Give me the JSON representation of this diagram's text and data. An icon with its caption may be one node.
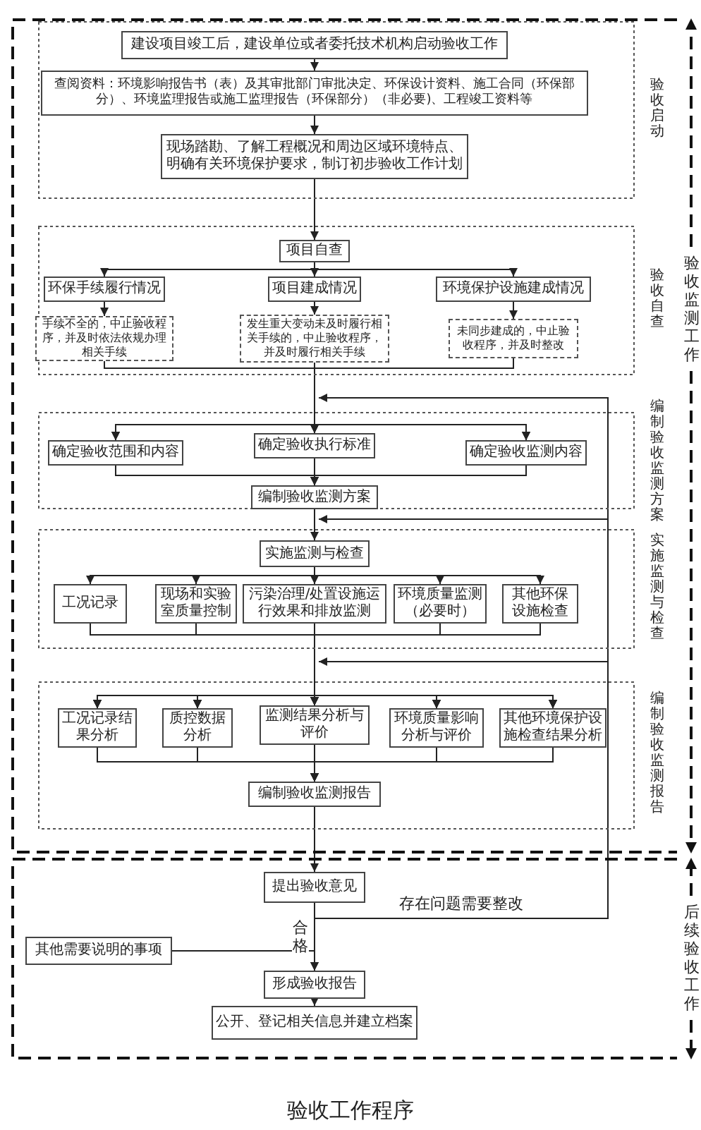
{
  "diagram": {
    "title": "验收工作程序",
    "nodes": [
      {
        "text": [
          "验收监测工作"
        ]
      },
      {
        "text": [
          "验收启动"
        ],
        "in": 0
      },
      {
        "text": [
          "建设项目竣工后，建设单位或者委托技术机构启动验收工作"
        ],
        "in": 1
      },
      {
        "text": [
          "查阅资料：环境影响报告书（表）及其审批部门审批决定、环保设计资料、施工合同（环保部分）、环境监理报告或施工监理报告（环保部分）（非必要)、工程竣工资料等"
        ],
        "in": 1
      },
      {
        "text": [
          "现场踏勘、了解工程概况和周边区域环境特点、明确有关环境保护要求，制订初步验收工作计划"
        ],
        "in": 1
      },
      {
        "text": [
          "验收自查"
        ],
        "in": 0
      },
      {
        "text": [
          "项目自查"
        ],
        "in": 5
      },
      {
        "text": [
          "环保手续履行情况"
        ],
        "in": 5
      },
      {
        "text": [
          "项目建成情况"
        ],
        "in": 5
      },
      {
        "text": [
          "环境保护设施建成情况"
        ],
        "in": 5
      },
      {
        "text": [
          "手续不全的，中止验收程序，并及时依法依规办理相关手续"
        ],
        "in": 5
      },
      {
        "text": [
          "发生重大变动未及时履行相关手续的，中止验收程序，并及时履行相关手续"
        ],
        "in": 5
      },
      {
        "text": [
          "未同步建成的，中止验收程序，并及时整改"
        ],
        "in": 5
      },
      {
        "text": [
          "编制验收监测方案"
        ],
        "in": 0
      },
      {
        "text": [
          "确定验收范围和内容"
        ],
        "in": 13
      },
      {
        "text": [
          "确定验收执行标准"
        ],
        "in": 13
      },
      {
        "text": [
          "确定验收监测内容"
        ],
        "in": 13
      },
      {
        "text": [
          "编制验收监测方案"
        ],
        "in": 13
      },
      {
        "text": [
          "实施监测与检查"
        ],
        "in": 0
      },
      {
        "text": [
          "实施监测与检查"
        ],
        "in": 18
      },
      {
        "text": [
          "工况记录"
        ],
        "in": 18
      },
      {
        "text": [
          "现场和实验室质量控制"
        ],
        "in": 18
      },
      {
        "text": [
          "污染治理/处置设施运行效果和排放监测"
        ],
        "in": 18
      },
      {
        "text": [
          "环境质量监测（必要时）"
        ],
        "in": 18
      },
      {
        "text": [
          "其他环保设施检查"
        ],
        "in": 18
      },
      {
        "text": [
          "编制验收监测报告"
        ],
        "in": 0
      },
      {
        "text": [
          "工况记录结果分析"
        ],
        "in": 25
      },
      {
        "text": [
          "质控数据分析"
        ],
        "in": 25
      },
      {
        "text": [
          "监测结果分析与评价"
        ],
        "in": 25
      },
      {
        "text": [
          "环境质量影响分析与评价"
        ],
        "in": 25
      },
      {
        "text": [
          "其他环境保护设施检查结果分析"
        ],
        "in": 25
      },
      {
        "text": [
          "编制验收监测报告"
        ],
        "in": 25
      },
      {
        "text": [
          "后续验收工作"
        ]
      },
      {
        "text": [
          "提出验收意见"
        ],
        "in": 32
      },
      {
        "text": [
          "其他需要说明的事项"
        ],
        "in": 32
      },
      {
        "text": [
          "形成验收报告"
        ],
        "in": 32
      },
      {
        "text": [
          "公开、登记相关信息并建立档案"
        ],
        "in": 32
      }
    ],
    "edges": [
      {
        "from": 2,
        "to": 3,
        "arrow": "to"
      },
      {
        "from": 3,
        "to": 4,
        "arrow": "to"
      },
      {
        "from": 4,
        "to": 6,
        "arrow": "to"
      },
      {
        "from": 6,
        "to": 7,
        "arrow": "to"
      },
      {
        "from": 6,
        "to": 8,
        "arrow": "to"
      },
      {
        "from": 6,
        "to": 9,
        "arrow": "to"
      },
      {
        "from": 7,
        "to": 10,
        "arrow": "to"
      },
      {
        "from": 8,
        "to": 11,
        "arrow": "to"
      },
      {
        "from": 9,
        "to": 12,
        "arrow": "to"
      },
      {
        "from": 10,
        "to": 14,
        "arrow": "to"
      },
      {
        "from": 10,
        "to": 15,
        "arrow": "to"
      },
      {
        "from": 10,
        "to": 16,
        "arrow": "to"
      },
      {
        "from": 11,
        "to": 14,
        "arrow": "to"
      },
      {
        "from": 11,
        "to": 15,
        "arrow": "to"
      },
      {
        "from": 11,
        "to": 16,
        "arrow": "to"
      },
      {
        "from": 12,
        "to": 14,
        "arrow": "to"
      },
      {
        "from": 12,
        "to": 15,
        "arrow": "to"
      },
      {
        "from": 12,
        "to": 16,
        "arrow": "to"
      },
      {
        "from": 14,
        "to": 17,
        "arrow": "to"
      },
      {
        "from": 15,
        "to": 17,
        "arrow": "to"
      },
      {
        "from": 16,
        "to": 17,
        "arrow": "to"
      },
      {
        "from": 17,
        "to": 19,
        "arrow": "to"
      },
      {
        "from": 19,
        "to": 20,
        "arrow": "to"
      },
      {
        "from": 19,
        "to": 21,
        "arrow": "to"
      },
      {
        "from": 19,
        "to": 22,
        "arrow": "to"
      },
      {
        "from": 19,
        "to": 23,
        "arrow": "to"
      },
      {
        "from": 19,
        "to": 24,
        "arrow": "to"
      },
      {
        "from": 20,
        "to": 26,
        "arrow": "to"
      },
      {
        "from": 20,
        "to": 27,
        "arrow": "to"
      },
      {
        "from": 20,
        "to": 28,
        "arrow": "to"
      },
      {
        "from": 20,
        "to": 29,
        "arrow": "to"
      },
      {
        "from": 20,
        "to": 30,
        "arrow": "to"
      },
      {
        "from": 21,
        "to": 26,
        "arrow": "to"
      },
      {
        "from": 21,
        "to": 27,
        "arrow": "to"
      },
      {
        "from": 21,
        "to": 28,
        "arrow": "to"
      },
      {
        "from": 21,
        "to": 29,
        "arrow": "to"
      },
      {
        "from": 21,
        "to": 30,
        "arrow": "to"
      },
      {
        "from": 22,
        "to": 26,
        "arrow": "to"
      },
      {
        "from": 22,
        "to": 27,
        "arrow": "to"
      },
      {
        "from": 22,
        "to": 28,
        "arrow": "to"
      },
      {
        "from": 22,
        "to": 29,
        "arrow": "to"
      },
      {
        "from": 22,
        "to": 30,
        "arrow": "to"
      },
      {
        "from": 23,
        "to": 26,
        "arrow": "to"
      },
      {
        "from": 23,
        "to": 27,
        "arrow": "to"
      },
      {
        "from": 23,
        "to": 28,
        "arrow": "to"
      },
      {
        "from": 23,
        "to": 29,
        "arrow": "to"
      },
      {
        "from": 23,
        "to": 30,
        "arrow": "to"
      },
      {
        "from": 24,
        "to": 26,
        "arrow": "to"
      },
      {
        "from": 24,
        "to": 27,
        "arrow": "to"
      },
      {
        "from": 24,
        "to": 28,
        "arrow": "to"
      },
      {
        "from": 24,
        "to": 29,
        "arrow": "to"
      },
      {
        "from": 24,
        "to": 30,
        "arrow": "to"
      },
      {
        "from": 26,
        "to": 31,
        "arrow": "to"
      },
      {
        "from": 27,
        "to": 31,
        "arrow": "to"
      },
      {
        "from": 28,
        "to": 31,
        "arrow": "to"
      },
      {
        "from": 29,
        "to": 31,
        "arrow": "to"
      },
      {
        "from": 30,
        "to": 31,
        "arrow": "to"
      },
      {
        "from": 31,
        "to": 33,
        "arrow": "to"
      },
      {
        "from": 33,
        "to": 35,
        "arrow": "to",
        "label": "合格"
      },
      {
        "from": 34,
        "to": 35,
        "arrow": "to"
      },
      {
        "from": 35,
        "to": 36,
        "arrow": "to"
      },
      {
        "from": 33,
        "to": 13,
        "arrow": "to",
        "label": "存在问题需要整改"
      },
      {
        "from": 33,
        "to": 17,
        "arrow": "to"
      },
      {
        "from": 33,
        "to": 18,
        "arrow": "to"
      }
    ]
  }
}
